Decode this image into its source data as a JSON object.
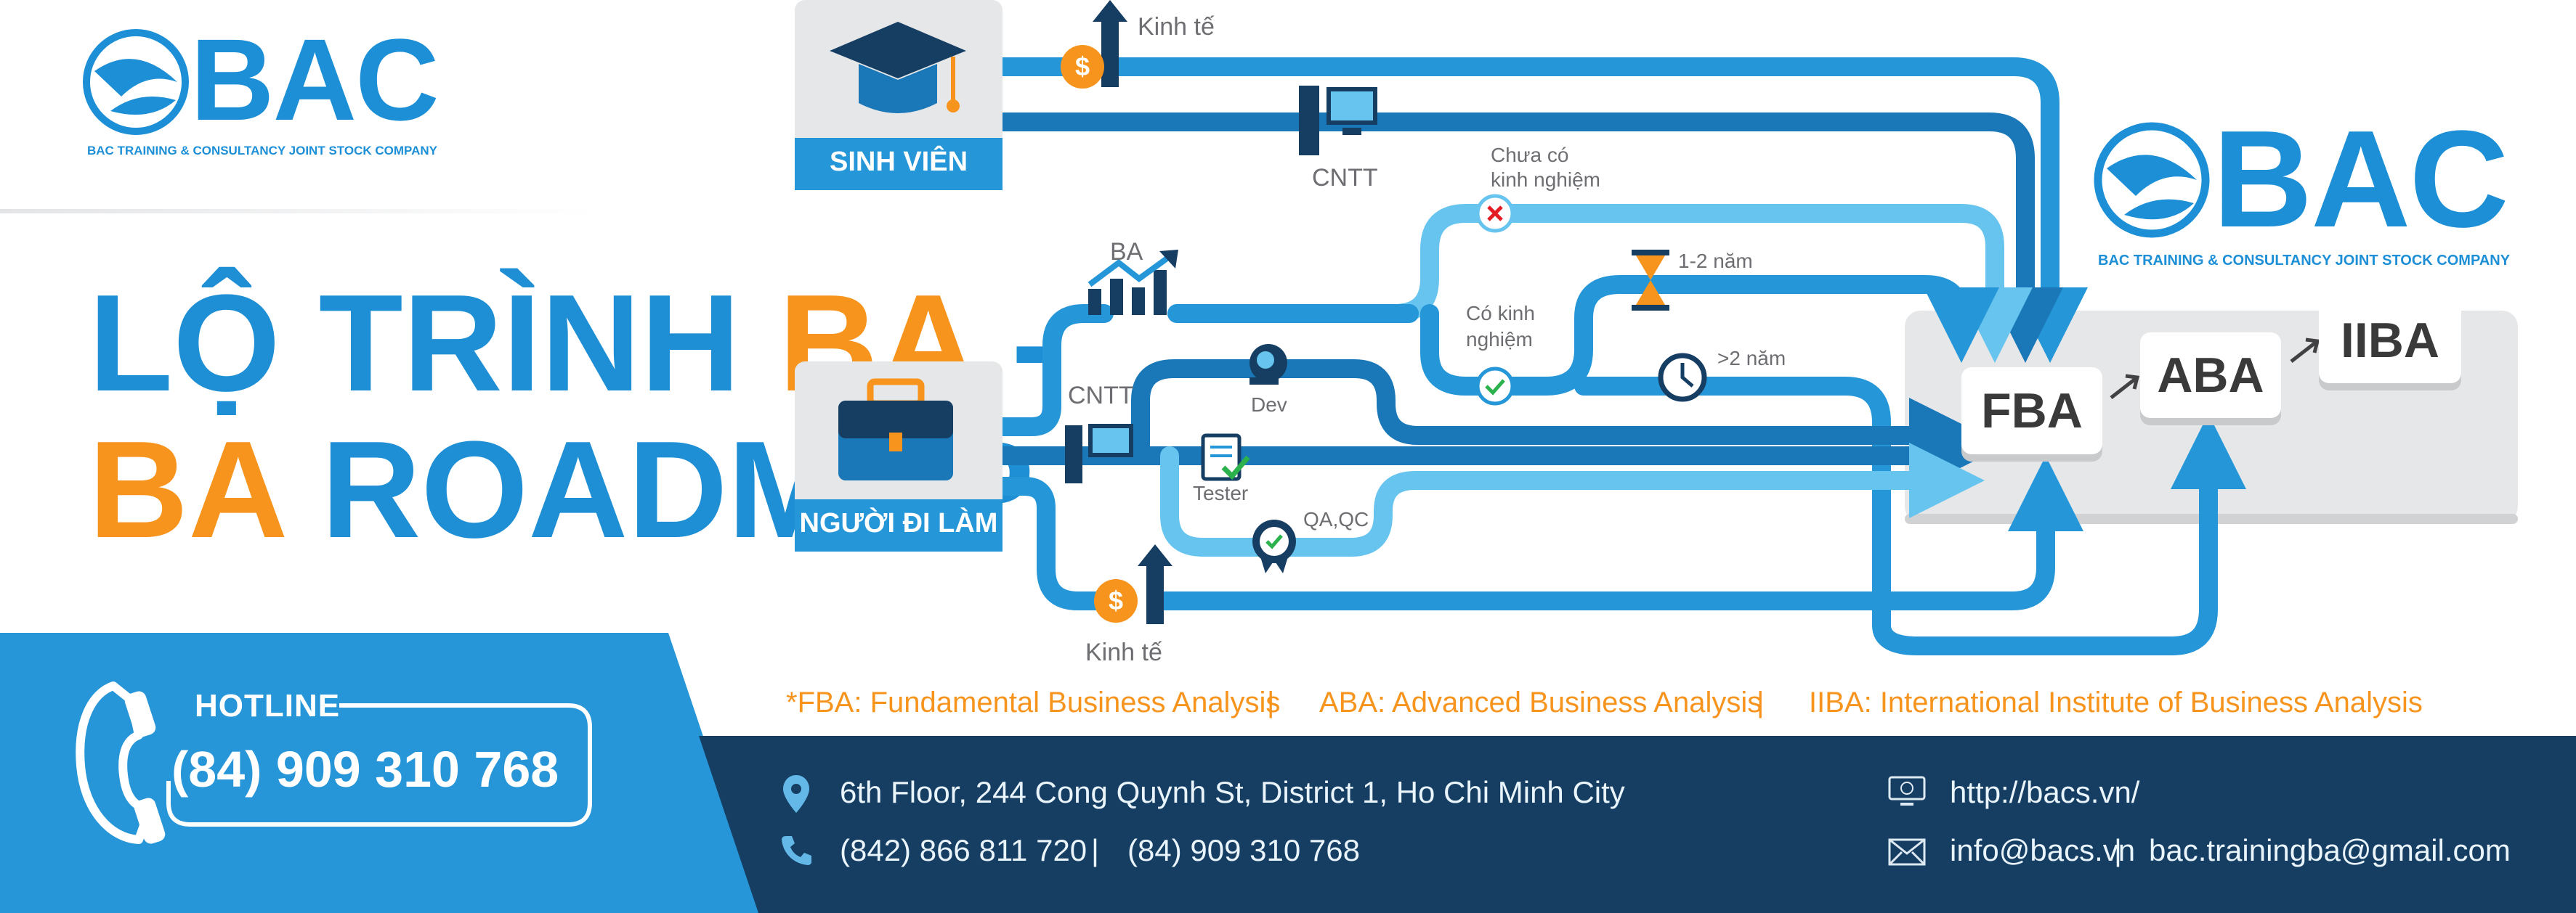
{
  "brand": {
    "name": "BAC",
    "subtitle": "BAC TRAINING & CONSULTANCY JOINT STOCK COMPANY"
  },
  "title": {
    "line1_part1": "LỘ TRÌNH ",
    "line1_part2": "BA",
    "line1_part3": " -",
    "line2_part1": "BA",
    "line2_part2": " ROADMAP"
  },
  "hotline": {
    "label": "HOTLINE",
    "number": "(84) 909 310 768"
  },
  "diagram": {
    "sources": {
      "student": "SINH VIÊN",
      "worker": "NGƯỜI ĐI LÀM"
    },
    "labels": {
      "economics_top": "Kinh tế",
      "it_top": "CNTT",
      "no_exp_1": "Chưa có",
      "no_exp_2": "kinh nghiệm",
      "ba": "BA",
      "years_1_2": "1-2 năm",
      "has_exp_1": "Có kinh",
      "has_exp_2": "nghiệm",
      "years_2_plus": ">2 năm",
      "it_mid": "CNTT",
      "dev": "Dev",
      "tester": "Tester",
      "qa_qc": "QA,QC",
      "economics_bottom": "Kinh tế"
    },
    "certs": {
      "fba": "FBA",
      "aba": "ABA",
      "iiba": "IIBA"
    },
    "colors": {
      "dark_blue": "#1a78b8",
      "mid_blue": "#2596d8",
      "light_blue": "#67c4ee",
      "navy": "#163e63",
      "orange": "#f7941d"
    }
  },
  "legend": {
    "fba": "*FBA: Fundamental Business Analysis",
    "sep1": "|",
    "aba": "ABA: Advanced Business Analysis",
    "sep2": "|",
    "iiba": "IIBA: International Institute of Business Analysis"
  },
  "footer": {
    "address": "6th Floor, 244 Cong Quynh St, District 1, Ho Chi Minh City",
    "phone1": "(842) 866 811 720",
    "phone_sep": "|",
    "phone2": "(84) 909 310 768",
    "website": "http://bacs.vn/",
    "email1": "info@bacs.vn",
    "email_sep": "|",
    "email2": "bac.trainingba@gmail.com"
  }
}
